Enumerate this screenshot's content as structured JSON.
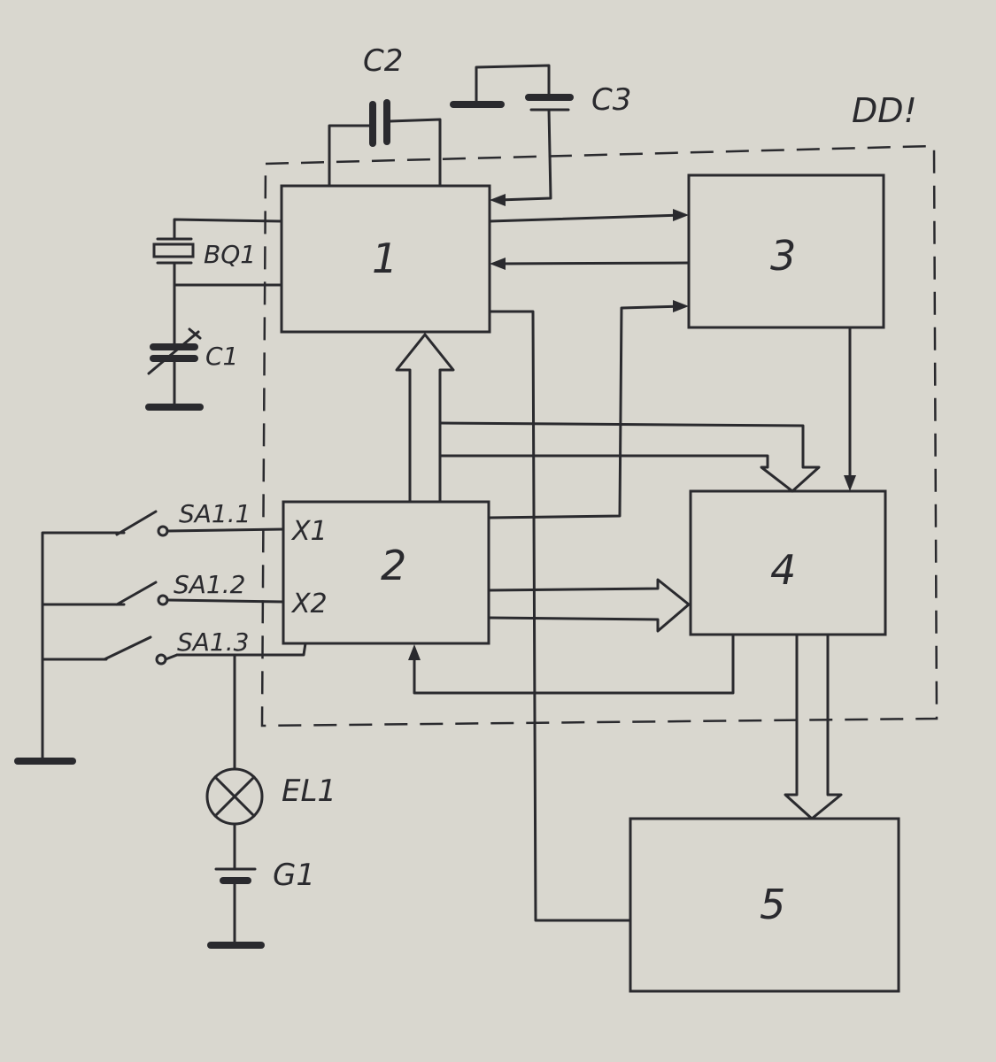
{
  "chip_label": "DD!",
  "blocks": [
    {
      "id": "1",
      "label": "1"
    },
    {
      "id": "2",
      "label": "2"
    },
    {
      "id": "3",
      "label": "3"
    },
    {
      "id": "4",
      "label": "4"
    },
    {
      "id": "5",
      "label": "5"
    }
  ],
  "pins": {
    "x1": "X1",
    "x2": "X2"
  },
  "components": {
    "c1": "C1",
    "c2": "C2",
    "c3": "C3",
    "bq1": "BQ1",
    "sa11": "SA1.1",
    "sa12": "SA1.2",
    "sa13": "SA1.3",
    "el1": "EL1",
    "g1": "G1"
  },
  "colors": {
    "paper": "#d9d7cf",
    "ink": "#2a2a2e"
  }
}
